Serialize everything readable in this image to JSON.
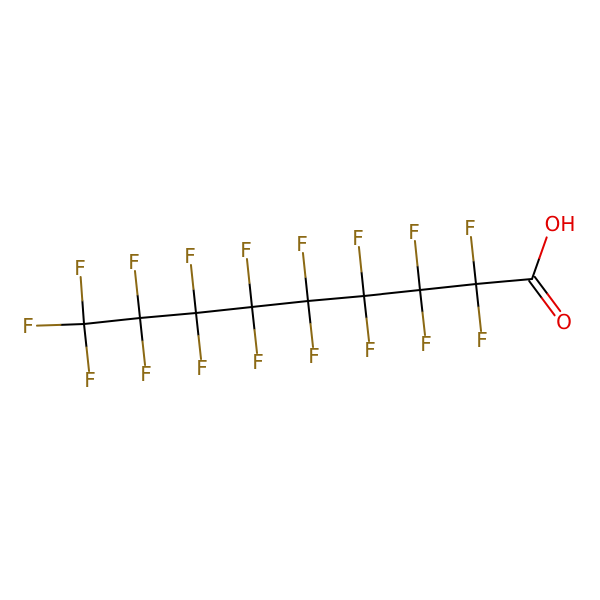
{
  "colors": {
    "carbon_bond": "#000000",
    "fluorine": "#8b6914",
    "oxygen": "#e00000",
    "background": "#ffffff"
  },
  "labels": {
    "fluorine": "F",
    "hydroxyl": "OH",
    "oxygen": "O"
  }
}
